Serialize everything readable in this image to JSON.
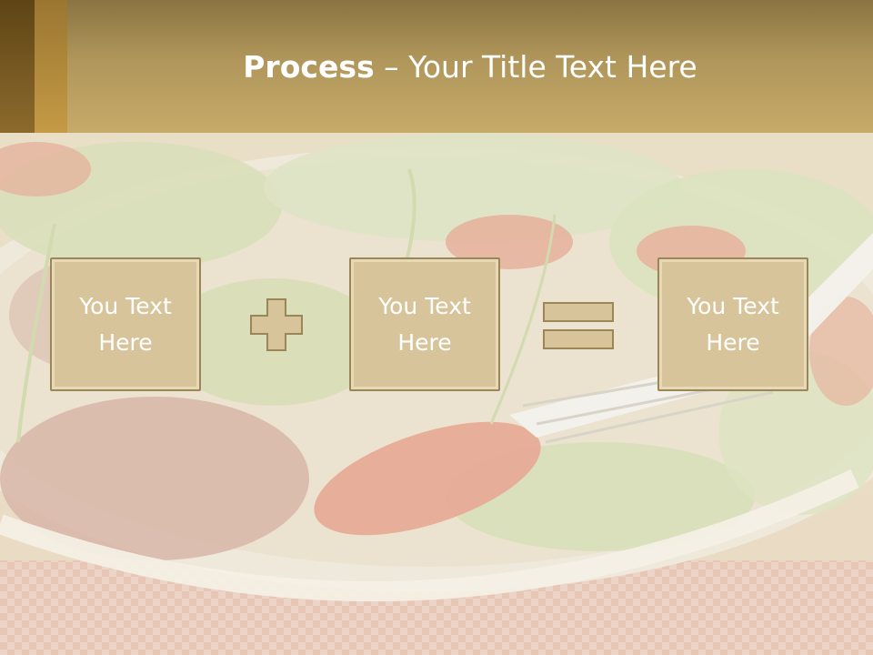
{
  "slide": {
    "title_bold": "Process",
    "title_rest": " – Your Title Text Here",
    "boxes": [
      {
        "text": "You Text Here"
      },
      {
        "text": "You Text Here"
      },
      {
        "text": "You Text Here"
      }
    ],
    "operators": [
      "plus-icon",
      "equals-icon"
    ],
    "background_image": "salad-plate-with-fork-photo",
    "colors": {
      "header": "#c6aa6a",
      "box_fill": "#d8c49b",
      "box_border": "#9b8657",
      "operator_fill": "#d8c49b"
    }
  }
}
